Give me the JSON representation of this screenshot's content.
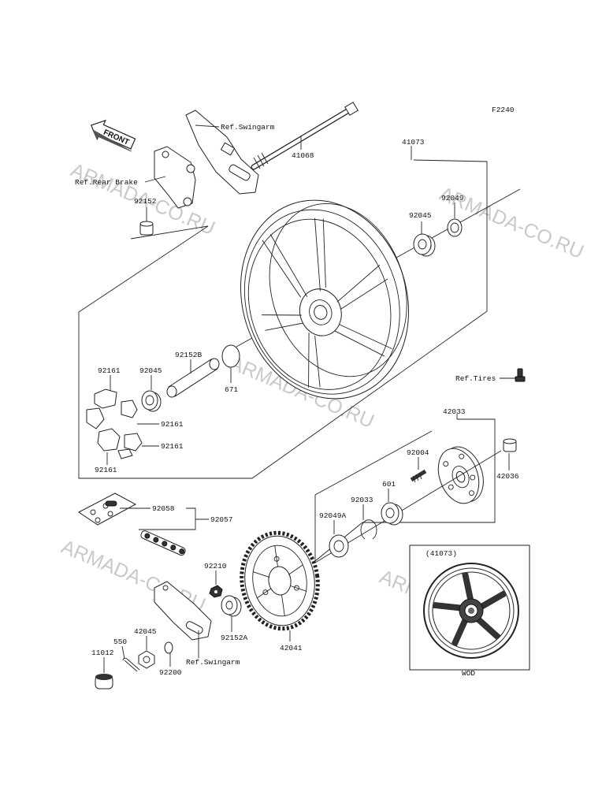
{
  "figure_code": "F2240",
  "front_label": "FRONT",
  "watermark": "ARMADA-CO.RU",
  "callouts": {
    "ref_swingarm_top": "Ref.Swingarm",
    "p41068": "41068",
    "p41073": "41073",
    "ref_rear_brake": "Ref.Rear Brake",
    "p92152_top": "92152",
    "p92049": "92049",
    "p92045_right": "92045",
    "ref_tires": "Ref.Tires",
    "p92152b": "92152B",
    "p92045_left": "92045",
    "p671": "671",
    "p92161_top": "92161",
    "p92161_mid1": "92161",
    "p92161_mid2": "92161",
    "p92161_bottom": "92161",
    "p42033": "42033",
    "p92004": "92004",
    "p42036": "42036",
    "p92033": "92033",
    "p601": "601",
    "p92049a": "92049A",
    "p92058": "92058",
    "p92057": "92057",
    "p92210": "92210",
    "p92152a": "92152A",
    "p42041": "42041",
    "p550": "550",
    "p42045": "42045",
    "p11012": "11012",
    "p92200": "92200",
    "ref_swingarm_bottom": "Ref.Swingarm",
    "inset_ref": "(41073)",
    "inset_code": "WOD"
  }
}
